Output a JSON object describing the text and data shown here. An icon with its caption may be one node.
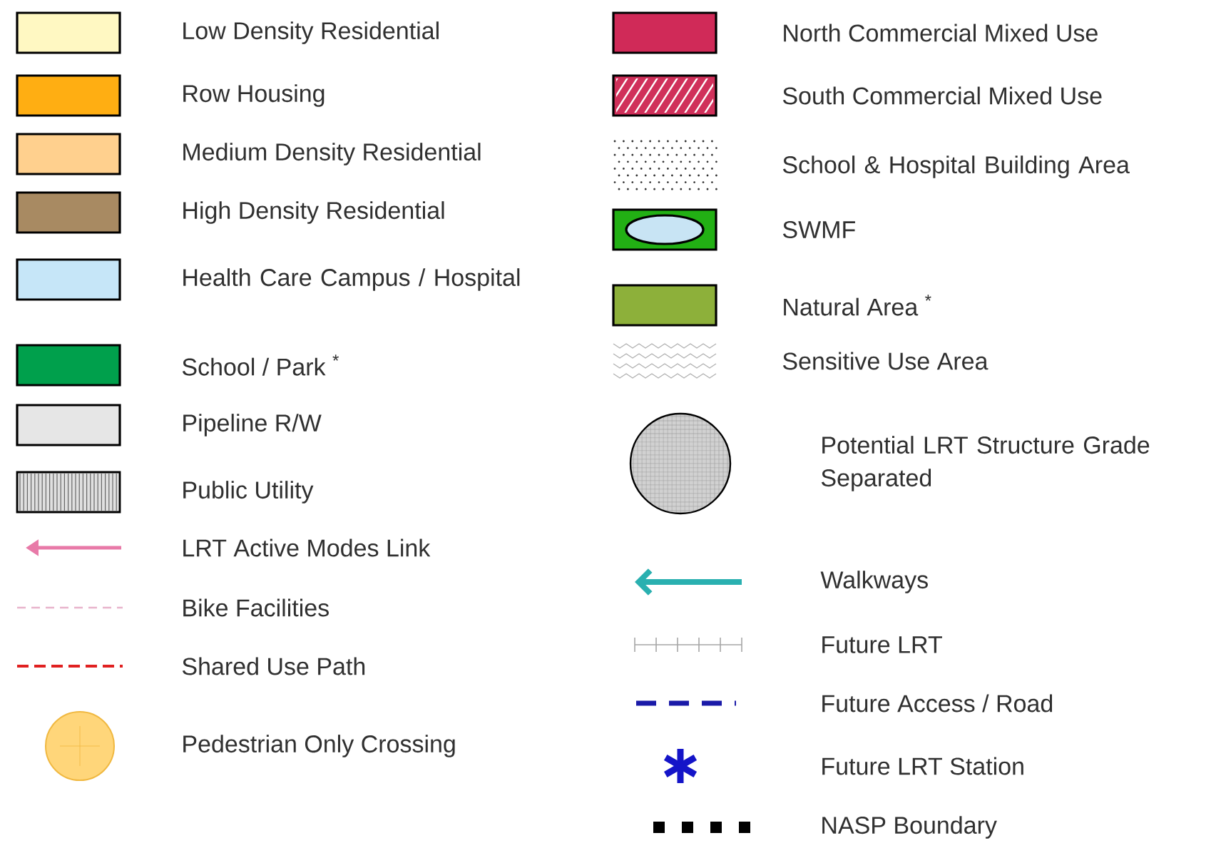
{
  "diagram": {
    "legend": [
      {
        "text": "Low Density Residential",
        "color": "#fff8c2"
      },
      {
        "text": "Row Housing",
        "color": "#ffae12"
      },
      {
        "text": "Medium Density Residential",
        "color": "#ffd08e"
      },
      {
        "text": "High Density Residential",
        "color": "#a88a62"
      },
      {
        "text": "Health Care Campus / Hospital",
        "color": "#c6e6f8"
      },
      {
        "text": "School / Park $^{*}$",
        "color": "#00a04c"
      },
      {
        "text": "Pipeline R/W",
        "color": "#e6e6e6"
      },
      {
        "text": "Public Utility"
      },
      {
        "text": "LRT Active Modes Link"
      },
      {
        "text": "Bike Facilities"
      },
      {
        "text": "Shared Use Path"
      },
      {
        "text": "Pedestrian Only Crossing"
      },
      {
        "text": "North Commercial Mixed Use",
        "color": "#d02a58"
      },
      {
        "text": "South Commercial Mixed Use"
      },
      {
        "text": "School & Hospital Building Area"
      },
      {
        "text": "SWMF"
      },
      {
        "text": "Natural Area $^{*}$",
        "color": "#8db03a"
      },
      {
        "text": "Sensitive Use Area"
      },
      {
        "text": "Potential LRT Structure Grade Separated"
      },
      {
        "text": "Walkways"
      },
      {
        "text": "Future LRT"
      },
      {
        "text": "Future Access / Road"
      },
      {
        "text": "Future LRT Station"
      },
      {
        "text": "NASP Boundary"
      }
    ]
  }
}
